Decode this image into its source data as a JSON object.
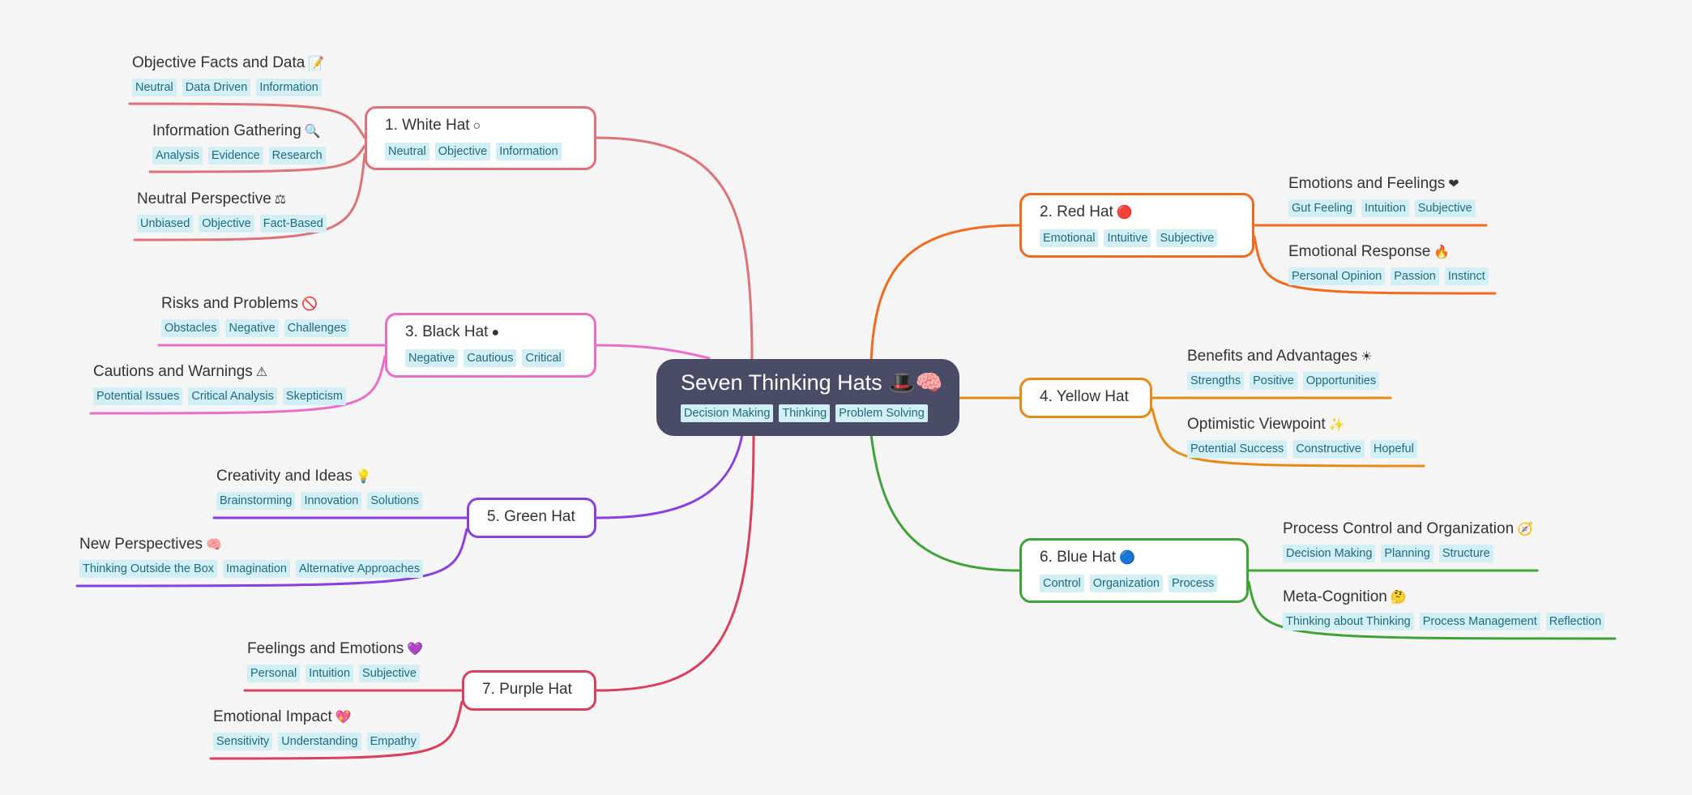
{
  "root": {
    "title": "Seven Thinking Hats",
    "emoji": "🎩🧠",
    "tags": [
      "Decision Making",
      "Thinking",
      "Problem Solving"
    ]
  },
  "colors": {
    "white_hat": "#dd7278",
    "red_hat": "#f06b1f",
    "black_hat": "#e86ec7",
    "yellow_hat": "#e58b16",
    "green_hat": "#8a3fe0",
    "blue_hat": "#3fa33a",
    "purple_hat": "#d9405c",
    "root": "#4a4b66"
  },
  "hats": [
    {
      "key": "white_hat",
      "title": "1. White Hat",
      "emoji": "○",
      "tags": [
        "Neutral",
        "Objective",
        "Information"
      ],
      "children": [
        {
          "title": "Objective Facts and Data",
          "emoji": "📝",
          "tags": [
            "Neutral",
            "Data Driven",
            "Information"
          ]
        },
        {
          "title": "Information Gathering",
          "emoji": "🔍",
          "tags": [
            "Analysis",
            "Evidence",
            "Research"
          ]
        },
        {
          "title": "Neutral Perspective",
          "emoji": "⚖",
          "tags": [
            "Unbiased",
            "Objective",
            "Fact-Based"
          ]
        }
      ]
    },
    {
      "key": "red_hat",
      "title": "2. Red Hat",
      "emoji": "🔴",
      "tags": [
        "Emotional",
        "Intuitive",
        "Subjective"
      ],
      "children": [
        {
          "title": "Emotions and Feelings",
          "emoji": "❤",
          "tags": [
            "Gut Feeling",
            "Intuition",
            "Subjective"
          ]
        },
        {
          "title": "Emotional Response",
          "emoji": "🔥",
          "tags": [
            "Personal Opinion",
            "Passion",
            "Instinct"
          ]
        }
      ]
    },
    {
      "key": "black_hat",
      "title": "3. Black Hat",
      "emoji": "●",
      "tags": [
        "Negative",
        "Cautious",
        "Critical"
      ],
      "children": [
        {
          "title": "Risks and Problems",
          "emoji": "🚫",
          "tags": [
            "Obstacles",
            "Negative",
            "Challenges"
          ]
        },
        {
          "title": "Cautions and Warnings",
          "emoji": "⚠",
          "tags": [
            "Potential Issues",
            "Critical Analysis",
            "Skepticism"
          ]
        }
      ]
    },
    {
      "key": "yellow_hat",
      "title": "4. Yellow Hat",
      "emoji": "",
      "tags": [],
      "children": [
        {
          "title": "Benefits and Advantages",
          "emoji": "☀",
          "tags": [
            "Strengths",
            "Positive",
            "Opportunities"
          ]
        },
        {
          "title": "Optimistic Viewpoint",
          "emoji": "✨",
          "tags": [
            "Potential Success",
            "Constructive",
            "Hopeful"
          ]
        }
      ]
    },
    {
      "key": "green_hat",
      "title": "5. Green Hat",
      "emoji": "",
      "tags": [],
      "children": [
        {
          "title": "Creativity and Ideas",
          "emoji": "💡",
          "tags": [
            "Brainstorming",
            "Innovation",
            "Solutions"
          ]
        },
        {
          "title": "New Perspectives",
          "emoji": "🧠",
          "tags": [
            "Thinking Outside the Box",
            "Imagination",
            "Alternative Approaches"
          ]
        }
      ]
    },
    {
      "key": "blue_hat",
      "title": "6. Blue Hat",
      "emoji": "🔵",
      "tags": [
        "Control",
        "Organization",
        "Process"
      ],
      "children": [
        {
          "title": "Process Control and Organization",
          "emoji": "🧭",
          "tags": [
            "Decision Making",
            "Planning",
            "Structure"
          ]
        },
        {
          "title": "Meta-Cognition",
          "emoji": "🤔",
          "tags": [
            "Thinking about Thinking",
            "Process Management",
            "Reflection"
          ]
        }
      ]
    },
    {
      "key": "purple_hat",
      "title": "7. Purple Hat",
      "emoji": "",
      "tags": [],
      "children": [
        {
          "title": "Feelings and Emotions",
          "emoji": "💜",
          "tags": [
            "Personal",
            "Intuition",
            "Subjective"
          ]
        },
        {
          "title": "Emotional Impact",
          "emoji": "💖",
          "tags": [
            "Sensitivity",
            "Understanding",
            "Empathy"
          ]
        }
      ]
    }
  ]
}
